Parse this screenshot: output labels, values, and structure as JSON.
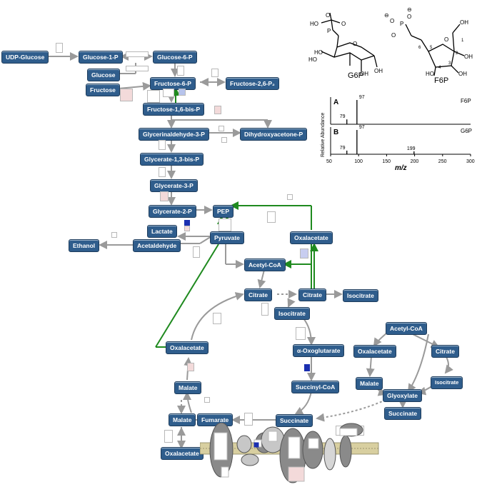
{
  "pathway": {
    "nodes": {
      "udp_glucose": "UDP-Glucose",
      "glucose_1p": "Glucose-1-P",
      "glucose_6p": "Glucose-6-P",
      "glucose": "Glucose",
      "fructose": "Fructose",
      "fructose_6p": "Fructose-6-P",
      "fructose_26p2": "Fructose-2,6-P₂",
      "fructose_16bp": "Fructose-1,6-bis-P",
      "glyceraldehyde_3p": "Glycerinaldehyde-3-P",
      "dhap": "Dihydroxyacetone-P",
      "glycerate_13bp": "Glycerate-1,3-bis-P",
      "glycerate_3p": "Glycerate-3-P",
      "glycerate_2p": "Glycerate-2-P",
      "pep": "PEP",
      "lactate": "Lactate",
      "pyruvate": "Pyruvate",
      "ethanol": "Ethanol",
      "acetaldehyde": "Acetaldehyde",
      "oxalacetate_top": "Oxalacetate",
      "acetyl_coa": "Acetyl-CoA",
      "citrate_left": "Citrate",
      "citrate_right": "Citrate",
      "isocitrate_out": "Isocitrate",
      "isocitrate": "Isocitrate",
      "oxoglutarate": "α-Oxoglutarate",
      "succinyl_coa": "Succinyl-CoA",
      "succinate": "Succinate",
      "fumarate": "Fumarate",
      "malate_cycle": "Malate",
      "oxalacetate_cycle": "Oxalacetate",
      "malate_lower": "Malate",
      "oxalacetate_lower": "Oxalacetate"
    },
    "glyoxylate": {
      "acetyl_coa": "Acetyl-CoA",
      "oxalacetate": "Oxalacetate",
      "citrate": "Citrate",
      "malate": "Malate",
      "isocitrate": "Isocitrate",
      "glyoxylate": "Glyoxylate",
      "succinate": "Succinate"
    }
  },
  "structures": {
    "g6p_label": "G6P",
    "f6p_label": "F6P"
  },
  "mass_spectrum": {
    "ylabel": "Relative Abundance",
    "xlabel": "m/z",
    "xticks": [
      "50",
      "100",
      "150",
      "200",
      "250",
      "300"
    ],
    "panels": [
      {
        "panel": "A",
        "name": "F6P",
        "peaks": [
          {
            "mz": 79,
            "rel": 0.2,
            "label": "79"
          },
          {
            "mz": 97,
            "rel": 1.0,
            "label": "97"
          }
        ]
      },
      {
        "panel": "B",
        "name": "G6P",
        "peaks": [
          {
            "mz": 79,
            "rel": 0.15,
            "label": "79"
          },
          {
            "mz": 97,
            "rel": 1.0,
            "label": "97"
          },
          {
            "mz": 199,
            "rel": 0.12,
            "label": "199"
          }
        ]
      }
    ]
  },
  "colors": {
    "node_fill": "#2f5d8c",
    "arrow_gray": "#9a9a9a",
    "arrow_green": "#1f8a1f"
  }
}
